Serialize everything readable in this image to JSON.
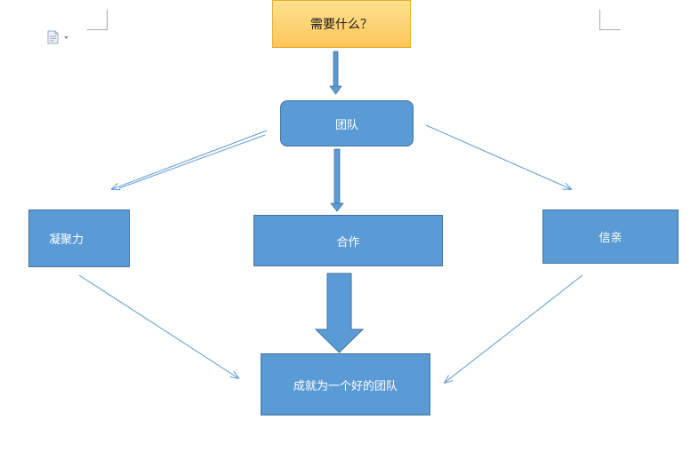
{
  "diagram": {
    "question": "需要什么？",
    "team": "团队",
    "cohesion": "凝聚力",
    "cooperation": "合作",
    "trust": "信亲",
    "result": "成就为一个好的团队"
  },
  "colors": {
    "box_fill": "#5b9bd5",
    "box_border": "#41719c",
    "top_box_fill": "#fcc65a",
    "arrow": "#5b9bd5"
  },
  "icons": {
    "document": "document-icon",
    "dropdown": "caret-down-icon"
  }
}
